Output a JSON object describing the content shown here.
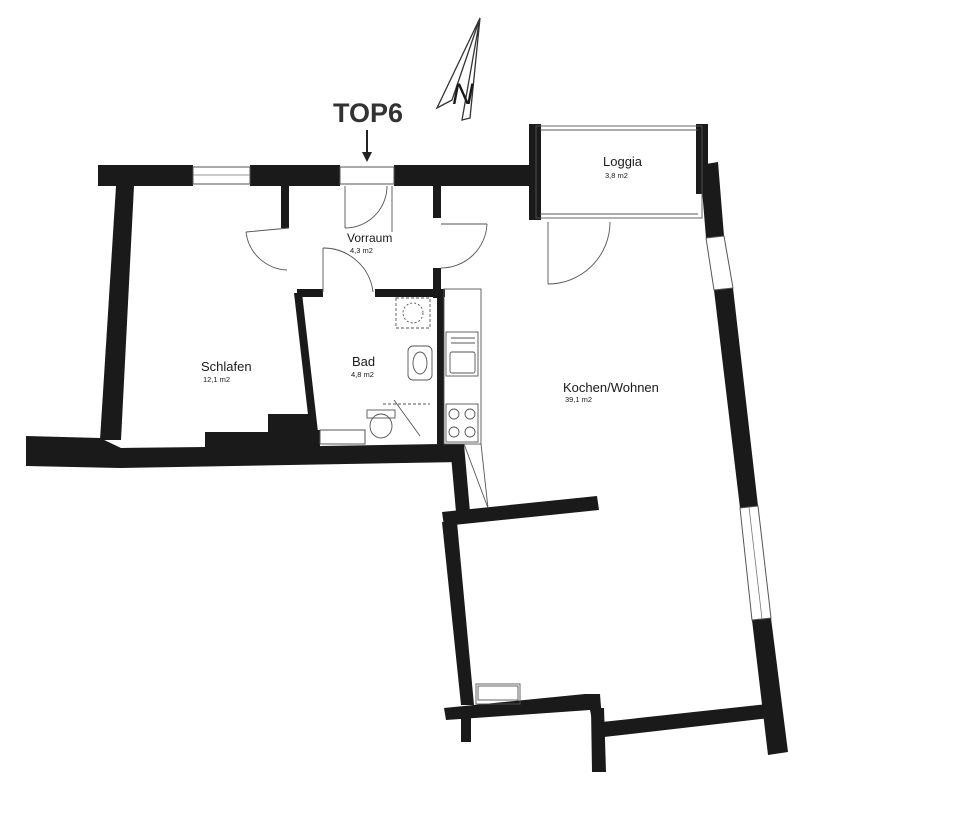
{
  "plan": {
    "unit_label": "TOP6",
    "north_label": "N",
    "rooms": [
      {
        "key": "loggia",
        "name": "Loggia",
        "area": "3,8 m2"
      },
      {
        "key": "vorraum",
        "name": "Vorraum",
        "area": "4,3 m2"
      },
      {
        "key": "schlafen",
        "name": "Schlafen",
        "area": "12,1 m2"
      },
      {
        "key": "bad",
        "name": "Bad",
        "area": "4,8 m2"
      },
      {
        "key": "kochen",
        "name": "Kochen/Wohnen",
        "area": "39,1 m2"
      }
    ]
  }
}
